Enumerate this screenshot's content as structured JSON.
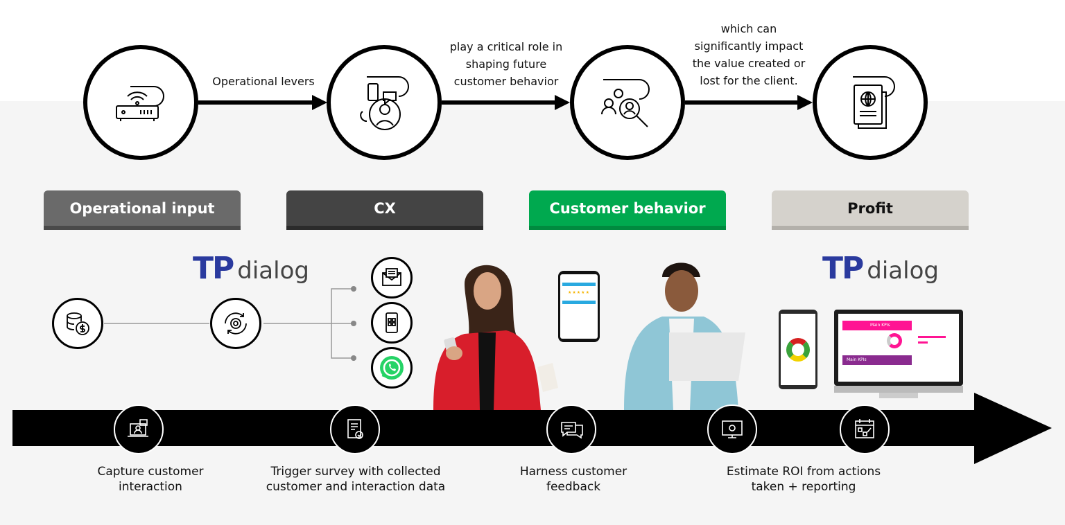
{
  "flow": {
    "connector_1": "Operational levers",
    "connector_2": [
      "play a critical role in",
      "shaping future",
      "customer behavior"
    ],
    "connector_3": [
      "which can",
      "significantly impact",
      "the value created or",
      "lost for the client."
    ]
  },
  "stages": [
    {
      "label": "Operational input",
      "color": "#6a6a6a",
      "border": "#4a4a4a",
      "text": "#ffffff"
    },
    {
      "label": "CX",
      "color": "#444444",
      "border": "#2b2b2b",
      "text": "#ffffff"
    },
    {
      "label": "Customer behavior",
      "color": "#00a94f",
      "border": "#008a3f",
      "text": "#ffffff"
    },
    {
      "label": "Profit",
      "color": "#d5d2cc",
      "border": "#b3b0aa",
      "text": "#111111"
    }
  ],
  "logo": {
    "tp": "TP",
    "dialog": "dialog"
  },
  "dashboard": {
    "banner_1": "Main KPIs",
    "banner_2": "Main KPIs"
  },
  "steps": [
    [
      "Capture customer",
      "interaction"
    ],
    [
      "Trigger survey with collected",
      "customer and interaction data"
    ],
    [
      "Harness customer",
      "feedback"
    ],
    [
      "Estimate ROI from actions",
      "taken + reporting"
    ]
  ]
}
